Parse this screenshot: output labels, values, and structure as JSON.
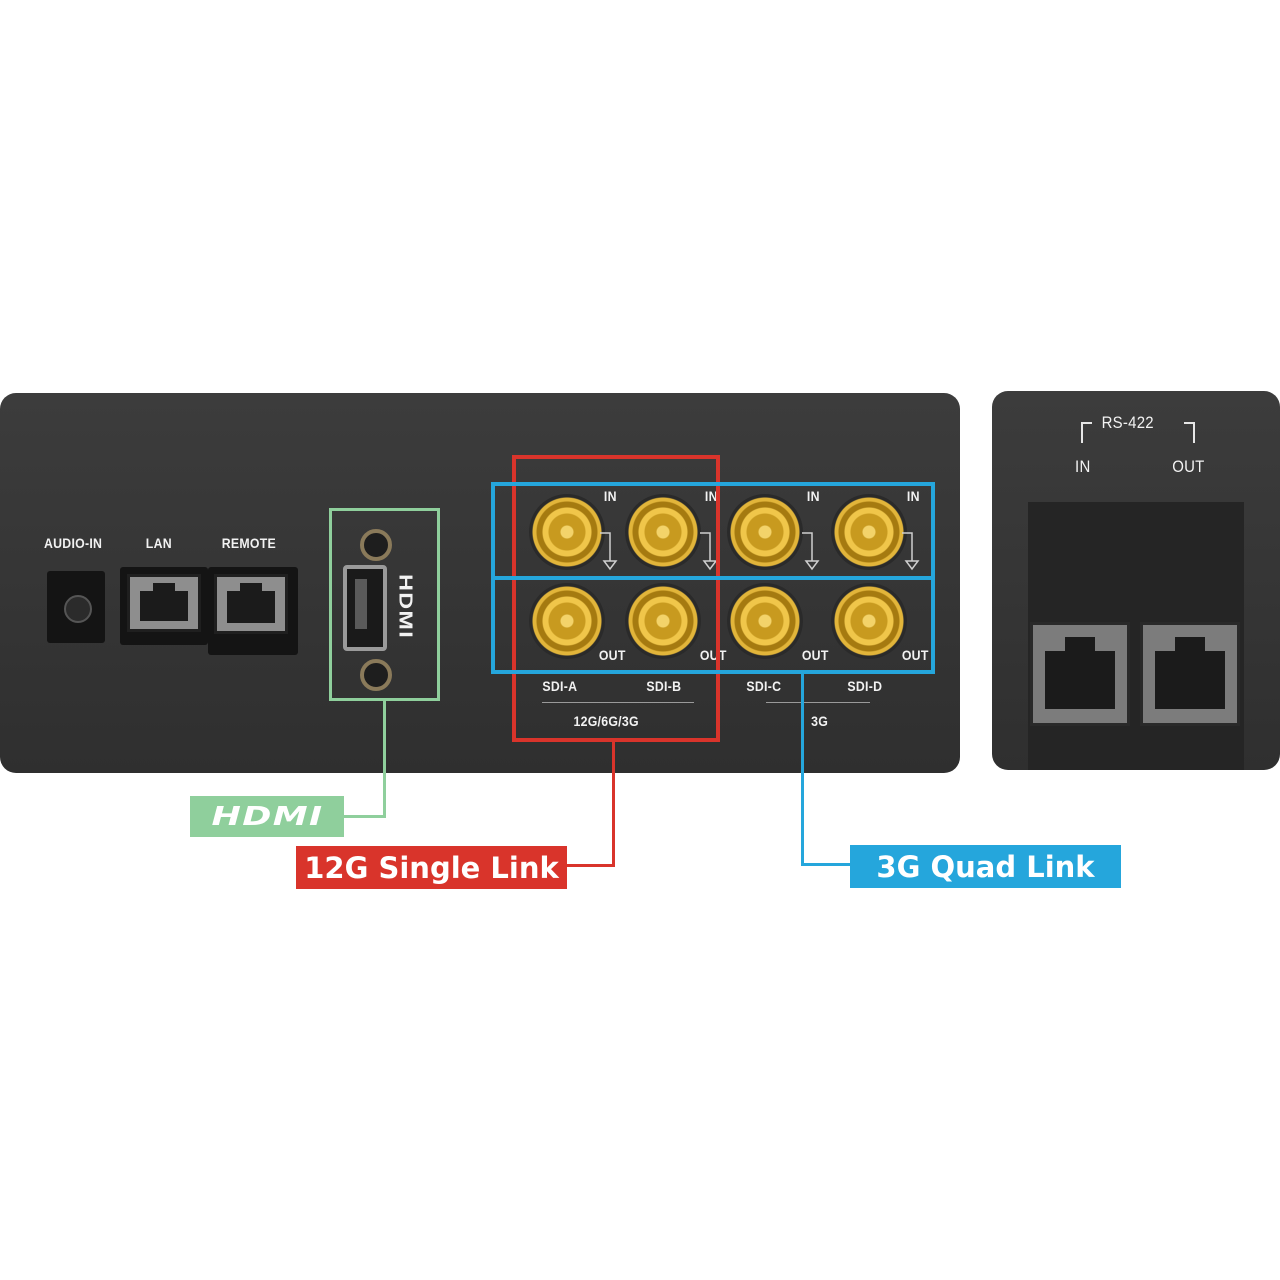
{
  "main_panel": {
    "labels": {
      "audio_in": "AUDIO-IN",
      "lan": "LAN",
      "remote": "REMOTE",
      "hdmi_vertical": "HDMI",
      "in": "IN",
      "out": "OUT",
      "sdi_a": "SDI-A",
      "sdi_b": "SDI-B",
      "sdi_c": "SDI-C",
      "sdi_d": "SDI-D",
      "group_ab": "12G/6G/3G",
      "group_cd": "3G"
    }
  },
  "side_panel": {
    "labels": {
      "rs422": "RS-422",
      "in": "IN",
      "out": "OUT"
    }
  },
  "callouts": {
    "hdmi": "HDMI",
    "single_link": "12G Single Link",
    "quad_link": "3G Quad Link"
  },
  "colors": {
    "hdmi_green": "#8fcf9c",
    "single_link_red": "#d9342b",
    "quad_link_blue": "#25a6dc",
    "panel": "#343434"
  }
}
